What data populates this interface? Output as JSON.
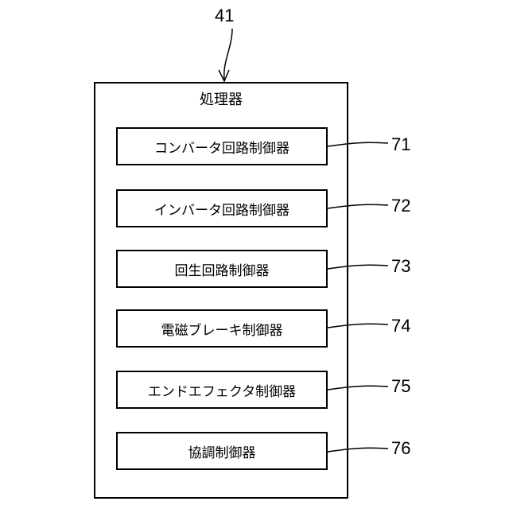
{
  "processor": {
    "ref": "41",
    "title": "処理器"
  },
  "controllers": [
    {
      "label": "コンバータ回路制御器",
      "ref": "71"
    },
    {
      "label": "インバータ回路制御器",
      "ref": "72"
    },
    {
      "label": "回生回路制御器",
      "ref": "73"
    },
    {
      "label": "電磁ブレーキ制御器",
      "ref": "74"
    },
    {
      "label": "エンドエフェクタ制御器",
      "ref": "75"
    },
    {
      "label": "協調制御器",
      "ref": "76"
    }
  ]
}
